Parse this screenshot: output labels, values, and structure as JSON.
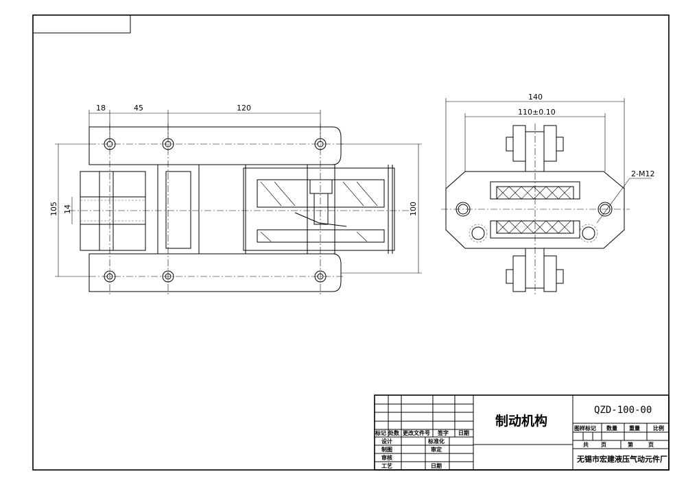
{
  "drawing": {
    "dims_left": {
      "d18": "18",
      "d45": "45",
      "d120": "120",
      "d105": "105",
      "d14": "14",
      "d100": "100"
    },
    "dims_right": {
      "d140": "140",
      "d110": "110±0.10",
      "thread": "2-M12"
    }
  },
  "title_block": {
    "part_name": "制动机构",
    "part_code": "QZD-100-00",
    "company": "无锡市宏建液压气动元件厂",
    "rev_headers": [
      "标记",
      "处数",
      "更改文件号",
      "签字",
      "日期"
    ],
    "roles": [
      "设计",
      "制图",
      "审核",
      "工艺"
    ],
    "roles2": [
      "标准化",
      "审定",
      "",
      "日期"
    ],
    "meta_headers": [
      "图样标记",
      "数量",
      "重量",
      "比例"
    ],
    "sheet": [
      "共",
      "页",
      "第",
      "页"
    ]
  }
}
